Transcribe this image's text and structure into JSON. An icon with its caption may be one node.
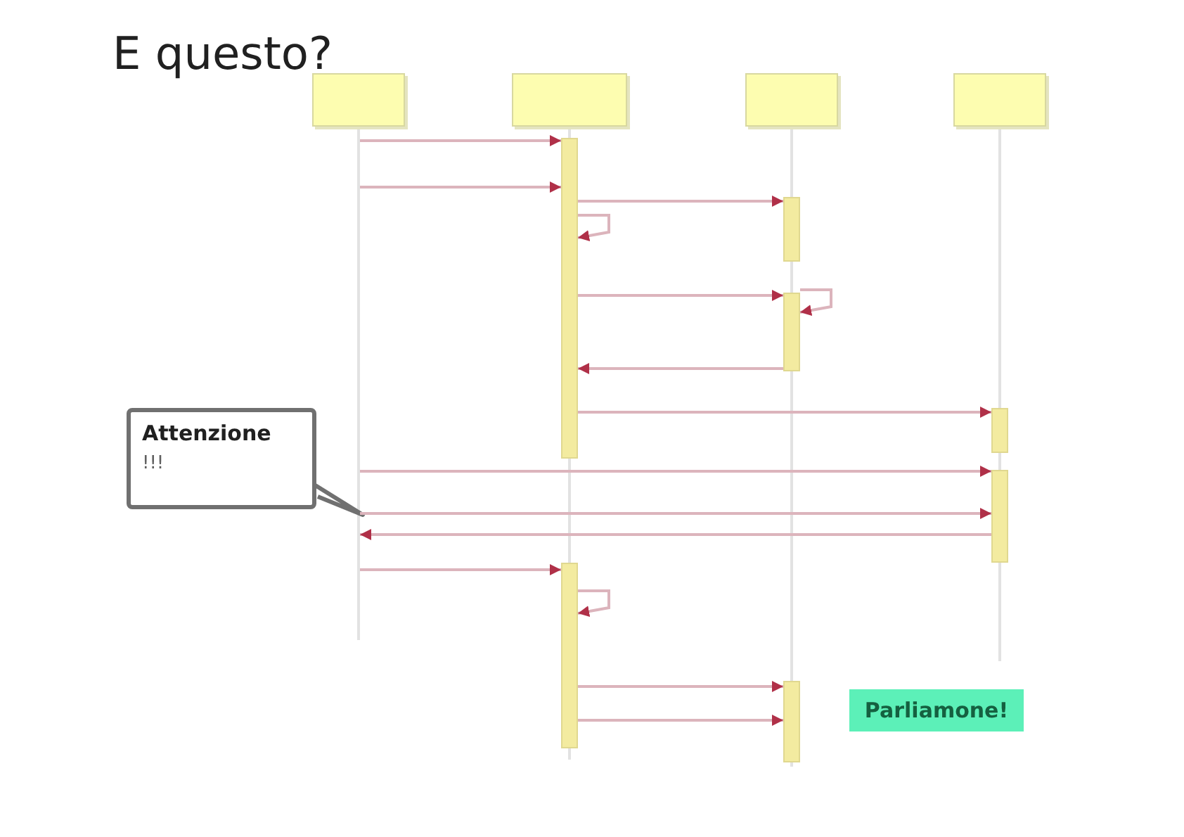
{
  "diagram": {
    "title": "E questo?",
    "nodes": [
      {
        "text": [],
        "shape": "box"
      },
      {
        "text": [],
        "shape": "box"
      },
      {
        "text": [],
        "shape": "box"
      },
      {
        "text": [],
        "shape": "box"
      },
      {
        "text": [],
        "shape": "line"
      },
      {
        "text": [],
        "shape": "line"
      },
      {
        "text": [],
        "shape": "line"
      },
      {
        "text": [],
        "shape": "line"
      },
      {
        "text": [],
        "shape": "bar"
      },
      {
        "text": [],
        "shape": "bar"
      },
      {
        "text": [],
        "shape": "bar"
      },
      {
        "text": [],
        "shape": "bar"
      },
      {
        "text": [],
        "shape": "bar"
      },
      {
        "text": [],
        "shape": "bar"
      },
      {
        "text": [],
        "shape": "bar"
      },
      {
        "text": [
          "Attenzione",
          "!!!"
        ]
      },
      {
        "text": [
          "Parliamone!"
        ]
      }
    ],
    "edges": [
      {
        "from": 4,
        "to": 8,
        "arrow": "to"
      },
      {
        "from": 4,
        "to": 8,
        "arrow": "to"
      },
      {
        "from": 8,
        "to": 10,
        "arrow": "to"
      },
      {
        "from": 8,
        "to": 8,
        "arrow": "to"
      },
      {
        "from": 8,
        "to": 11,
        "arrow": "to"
      },
      {
        "from": 11,
        "to": 11,
        "arrow": "to"
      },
      {
        "from": 11,
        "to": 8,
        "arrow": "to"
      },
      {
        "from": 8,
        "to": 13,
        "arrow": "to"
      },
      {
        "from": 4,
        "to": 14,
        "arrow": "to"
      },
      {
        "from": 4,
        "to": 14,
        "arrow": "to"
      },
      {
        "from": 14,
        "to": 4,
        "arrow": "to"
      },
      {
        "from": 4,
        "to": 9,
        "arrow": "to"
      },
      {
        "from": 9,
        "to": 9,
        "arrow": "to"
      },
      {
        "from": 9,
        "to": 12,
        "arrow": "to"
      },
      {
        "from": 9,
        "to": 12,
        "arrow": "to"
      }
    ]
  }
}
